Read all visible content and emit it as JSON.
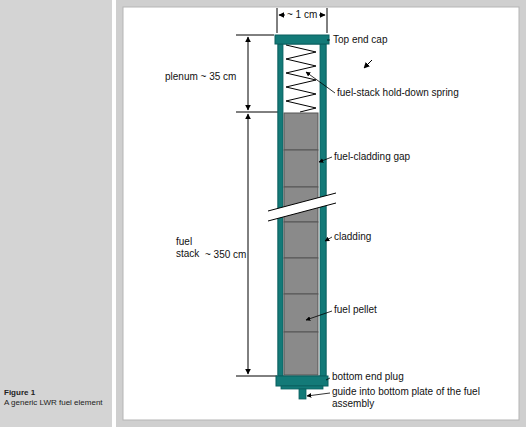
{
  "diagram": {
    "caption": "A generic LWR fuel element",
    "labels": [
      "Figure 1",
      "~ 1 cm",
      "Top end cap",
      "plenum ~ 35 cm",
      "fuel-stack hold-down spring",
      "fuel-cladding gap",
      "fuel stack",
      "~ 350 cm",
      "cladding",
      "fuel pellet",
      "bottom end plug",
      "guide into bottom plate of the fuel assembly"
    ]
  }
}
